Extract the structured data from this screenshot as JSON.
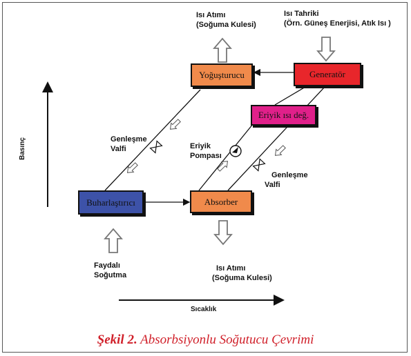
{
  "boxes": {
    "condenser": "Yoğuşturucu",
    "generator": "Generatör",
    "heat_exchanger": "Eriyik ısı değ.",
    "evaporator": "Buharlaştırıcı",
    "absorber": "Absorber"
  },
  "labels": {
    "heat_rejection_top_1": "Isı Atımı",
    "heat_rejection_top_2": "(Soğuma Kulesi)",
    "heat_input_1": "Isı Tahriki",
    "heat_input_2": "(Örn. Güneş Enerjisi, Atık Isı )",
    "expansion_valve_left_1": "Genleşme",
    "expansion_valve_left_2": "Valfi",
    "pump_1": "Eriyik",
    "pump_2": "Pompası",
    "expansion_valve_right_1": "Genleşme",
    "expansion_valve_right_2": "Valfi",
    "useful_cooling_1": "Faydalı",
    "useful_cooling_2": "Soğutma",
    "heat_rejection_bottom_1": "Isı Atımı",
    "heat_rejection_bottom_2": "(Soğuma Kulesi)"
  },
  "axes": {
    "pressure": "Basınç",
    "temperature": "Sıcaklık"
  },
  "caption": {
    "prefix": "Şekil 2.",
    "title": "Absorbsiyonlu Soğutucu Çevrimi"
  },
  "colors": {
    "condenser": "#f08a4b",
    "generator": "#e8262b",
    "heat_exchanger": "#e0208a",
    "evaporator": "#3d52a8",
    "absorber": "#f08a4b",
    "caption": "#d0202a"
  }
}
